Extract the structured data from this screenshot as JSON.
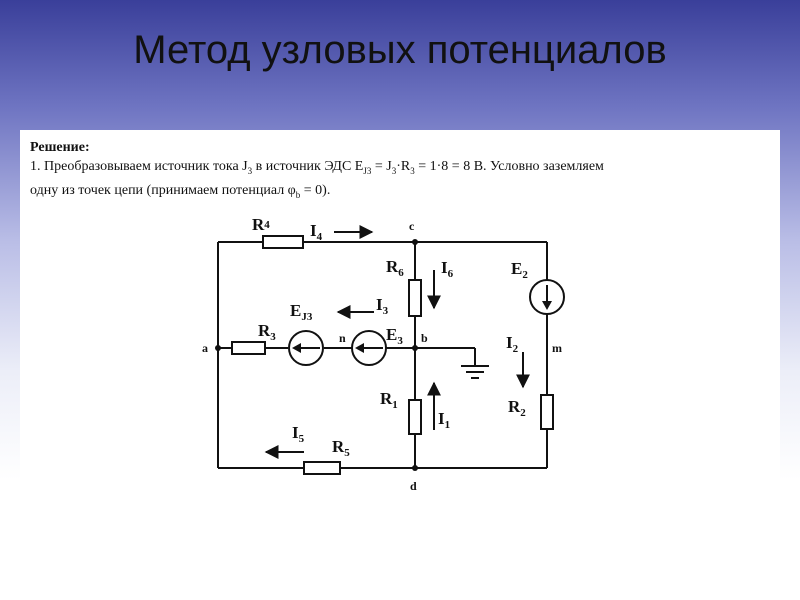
{
  "slide": {
    "title": "Метод узловых потенциалов"
  },
  "solution": {
    "heading": "Решение:",
    "line1_a": "1. Преобразовываем источник тока J",
    "line1_a_sub": "3",
    "line1_b": " в источник ЭДС E",
    "line1_b_sub": "J3",
    "line1_c": " = J",
    "line1_c_sub": "3",
    "line1_d": "·R",
    "line1_d_sub": "3",
    "line1_e": " = 1·8 = 8 В. Условно заземляем",
    "line2_a": "одну из точек цепи (принимаем потенциал φ",
    "line2_a_sub": "b",
    "line2_b": " = 0)."
  },
  "circuit": {
    "nodes": {
      "a": "a",
      "b": "b",
      "c": "c",
      "d": "d",
      "m": "m",
      "n": "n"
    },
    "components": {
      "r4": {
        "main": "R",
        "sub": "4"
      },
      "r6": {
        "main": "R",
        "sub": "6"
      },
      "r3": {
        "main": "R",
        "sub": "3"
      },
      "r1": {
        "main": "R",
        "sub": "1"
      },
      "r2": {
        "main": "R",
        "sub": "2"
      },
      "r5": {
        "main": "R",
        "sub": "5"
      },
      "e2": {
        "main": "E",
        "sub": "2"
      },
      "ej3": {
        "main": "E",
        "sub": "J3"
      },
      "e3": {
        "main": "E",
        "sub": "3"
      }
    },
    "currents": {
      "i4": {
        "main": "I",
        "sub": "4"
      },
      "i6": {
        "main": "I",
        "sub": "6"
      },
      "i3": {
        "main": "I",
        "sub": "3"
      },
      "i2": {
        "main": "I",
        "sub": "2"
      },
      "i1": {
        "main": "I",
        "sub": "1"
      },
      "i5": {
        "main": "I",
        "sub": "5"
      }
    }
  }
}
